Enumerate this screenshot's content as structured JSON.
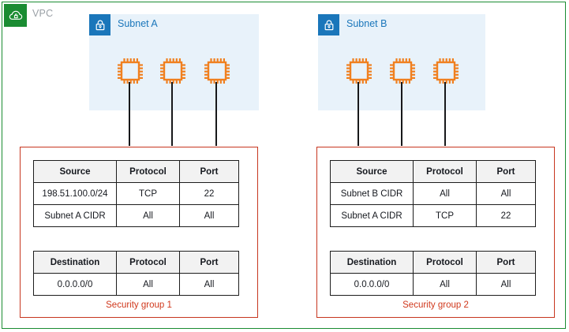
{
  "vpc": {
    "label": "VPC",
    "icon": "vpc-cloud-icon",
    "border_color": "#1a8c32",
    "label_color": "#9aa0a6"
  },
  "subnets": [
    {
      "id": "a",
      "title": "Subnet A",
      "icon": "subnet-lock-icon",
      "title_color": "#1a76ba",
      "background": "#e8f2fa",
      "instances": [
        {
          "name": "instance-icon",
          "color": "#f08020"
        },
        {
          "name": "instance-icon",
          "color": "#f08020"
        },
        {
          "name": "instance-icon",
          "color": "#f08020"
        }
      ]
    },
    {
      "id": "b",
      "title": "Subnet B",
      "icon": "subnet-lock-icon",
      "title_color": "#1a76ba",
      "background": "#e8f2fa",
      "instances": [
        {
          "name": "instance-icon",
          "color": "#f08020"
        },
        {
          "name": "instance-icon",
          "color": "#f08020"
        },
        {
          "name": "instance-icon",
          "color": "#f08020"
        }
      ]
    }
  ],
  "security_groups": [
    {
      "id": "sg1",
      "label": "Security group 1",
      "label_color": "#d0381c",
      "border_color": "#c7361f",
      "inbound": {
        "headers": [
          "Source",
          "Protocol",
          "Port"
        ],
        "rows": [
          [
            "198.51.100.0/24",
            "TCP",
            "22"
          ],
          [
            "Subnet A CIDR",
            "All",
            "All"
          ]
        ]
      },
      "outbound": {
        "headers": [
          "Destination",
          "Protocol",
          "Port"
        ],
        "rows": [
          [
            "0.0.0.0/0",
            "All",
            "All"
          ]
        ]
      }
    },
    {
      "id": "sg2",
      "label": "Security group 2",
      "label_color": "#d0381c",
      "border_color": "#c7361f",
      "inbound": {
        "headers": [
          "Source",
          "Protocol",
          "Port"
        ],
        "rows": [
          [
            "Subnet B CIDR",
            "All",
            "All"
          ],
          [
            "Subnet A CIDR",
            "TCP",
            "22"
          ]
        ]
      },
      "outbound": {
        "headers": [
          "Destination",
          "Protocol",
          "Port"
        ],
        "rows": [
          [
            "0.0.0.0/0",
            "All",
            "All"
          ]
        ]
      }
    }
  ]
}
